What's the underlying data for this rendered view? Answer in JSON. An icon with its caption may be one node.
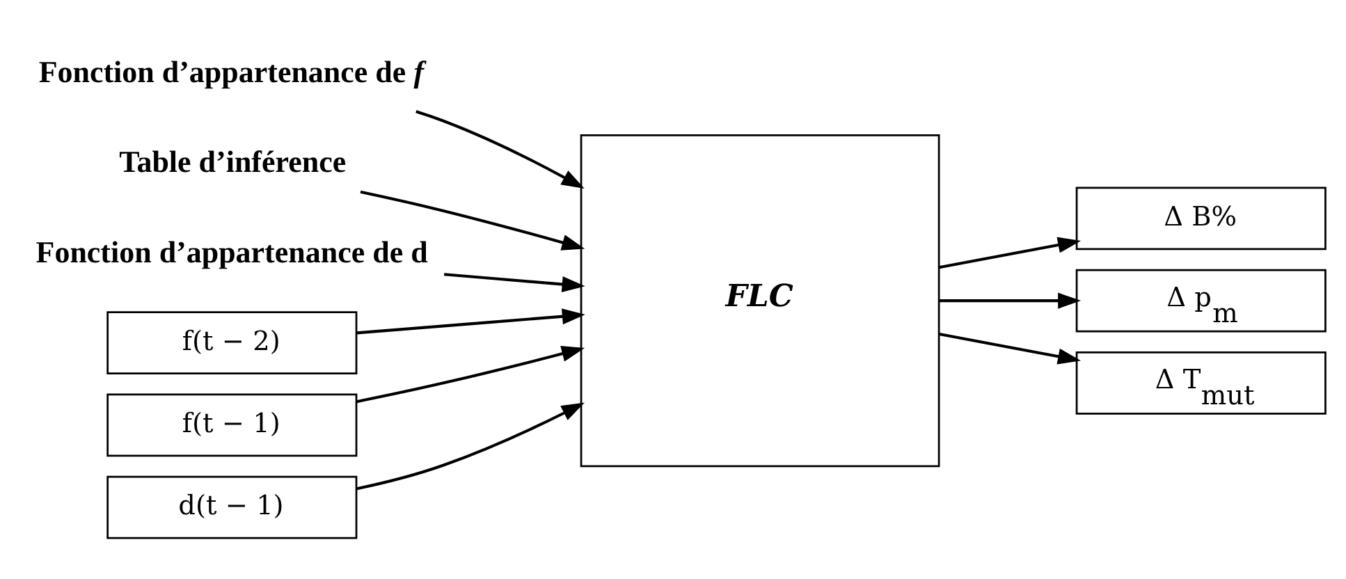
{
  "diagram": {
    "nodes": [
      {
        "text": [
          "Fonction d’appartenance de *f*"
        ]
      },
      {
        "text": [
          "Table d’inférence"
        ]
      },
      {
        "text": [
          "Fonction d’appartenance de d"
        ]
      },
      {
        "text": [
          "FLC"
        ]
      },
      {
        "text": [
          "f(t − 2)"
        ]
      },
      {
        "text": [
          "f(t − 1)"
        ]
      },
      {
        "text": [
          "d(t − 1)"
        ]
      },
      {
        "text": [
          "Δ B%"
        ]
      },
      {
        "text": [
          "Δ p$_{m}$"
        ]
      },
      {
        "text": [
          "Δ T$_{mut}$"
        ]
      }
    ],
    "edges": [
      {
        "from": 0,
        "to": 3,
        "arrow": "to"
      },
      {
        "from": 1,
        "to": 3,
        "arrow": "to"
      },
      {
        "from": 2,
        "to": 3,
        "arrow": "to"
      },
      {
        "from": 4,
        "to": 3,
        "arrow": "to"
      },
      {
        "from": 5,
        "to": 3,
        "arrow": "to"
      },
      {
        "from": 6,
        "to": 3,
        "arrow": "to"
      },
      {
        "from": 3,
        "to": 7,
        "arrow": "to"
      },
      {
        "from": 3,
        "to": 8,
        "arrow": "to"
      },
      {
        "from": 3,
        "to": 9,
        "arrow": "to"
      }
    ]
  }
}
